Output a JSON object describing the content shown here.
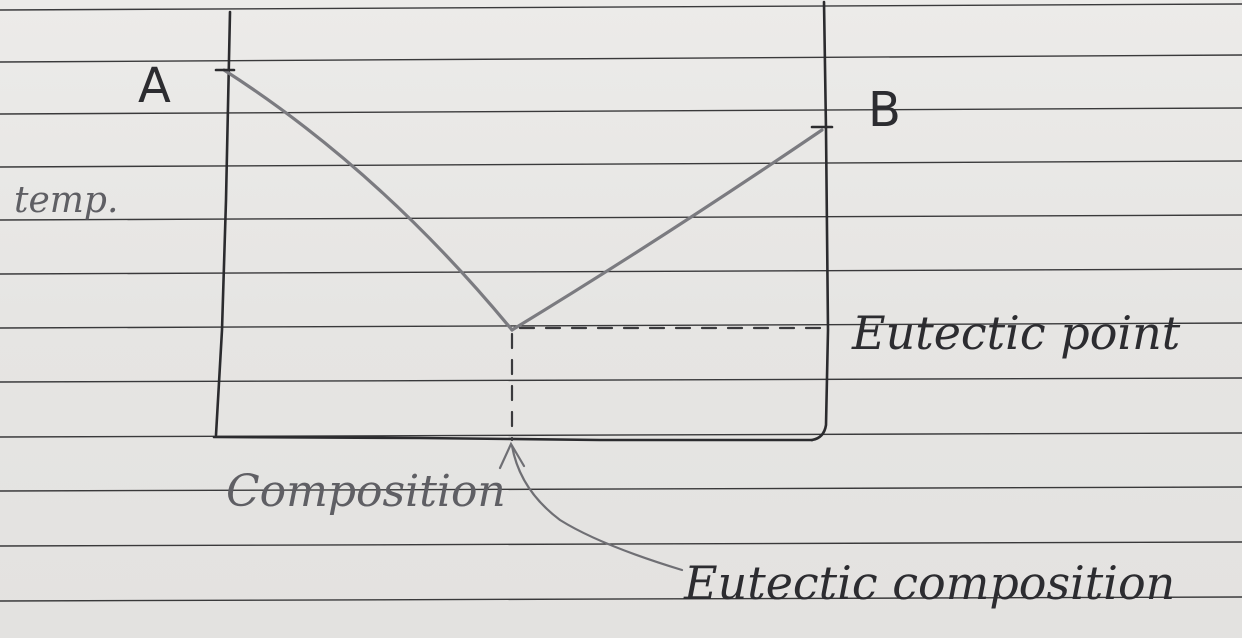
{
  "diagram": {
    "labels": {
      "point_a": "A",
      "point_b": "B",
      "y_axis": "temp.",
      "x_axis": "Composition",
      "eutectic_point": "Eutectic point",
      "eutectic_composition": "Eutectic composition"
    }
  }
}
